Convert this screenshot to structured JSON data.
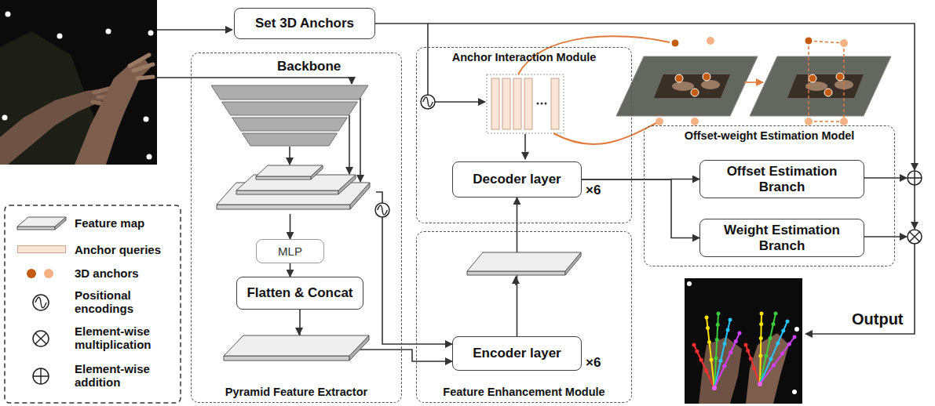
{
  "diagram": {
    "nodes": [
      {
        "text": [
          "Set 3D Anchors"
        ]
      },
      {
        "text": [
          "Pyramid Feature Extractor"
        ]
      },
      {
        "text": [
          "Backbone"
        ],
        "in": 1
      },
      {
        "text": [
          "MLP"
        ],
        "in": 1
      },
      {
        "text": [
          "Flatten & Concat"
        ],
        "in": 1
      },
      {
        "text": [
          "Anchor Interaction Module"
        ]
      },
      {
        "text": [
          "Decoder layer"
        ],
        "in": 5
      },
      {
        "text": [
          "Feature Enhancement Module"
        ]
      },
      {
        "text": [
          "Encoder layer"
        ],
        "in": 7
      },
      {
        "text": [
          "Offset-weight Estimation Model"
        ]
      },
      {
        "text": [
          "Offset Estimation Branch"
        ],
        "in": 9
      },
      {
        "text": [
          "Weight Estimation Branch"
        ],
        "in": 9
      }
    ],
    "edges": [
      {
        "from": 0,
        "to": 5,
        "arrow": "to"
      },
      {
        "from": 2,
        "to": 3,
        "arrow": "to"
      },
      {
        "from": 3,
        "to": 4,
        "arrow": "to"
      },
      {
        "from": 2,
        "to": 8,
        "arrow": "to"
      },
      {
        "from": 4,
        "to": 8,
        "arrow": "to"
      },
      {
        "from": 8,
        "to": 6,
        "arrow": "to"
      },
      {
        "from": 6,
        "to": 10,
        "arrow": "to"
      },
      {
        "from": 6,
        "to": 11,
        "arrow": "to"
      }
    ],
    "labels": [
      "×6",
      "×6",
      "Output"
    ],
    "legend": [
      {
        "text": "Feature map"
      },
      {
        "text": "Anchor queries",
        "color": "#fbe5d6"
      },
      {
        "text": "3D anchors"
      },
      {
        "text": "Positional encodings"
      },
      {
        "text": "Element-wise multiplication"
      },
      {
        "text": "Element-wise addition"
      }
    ]
  }
}
